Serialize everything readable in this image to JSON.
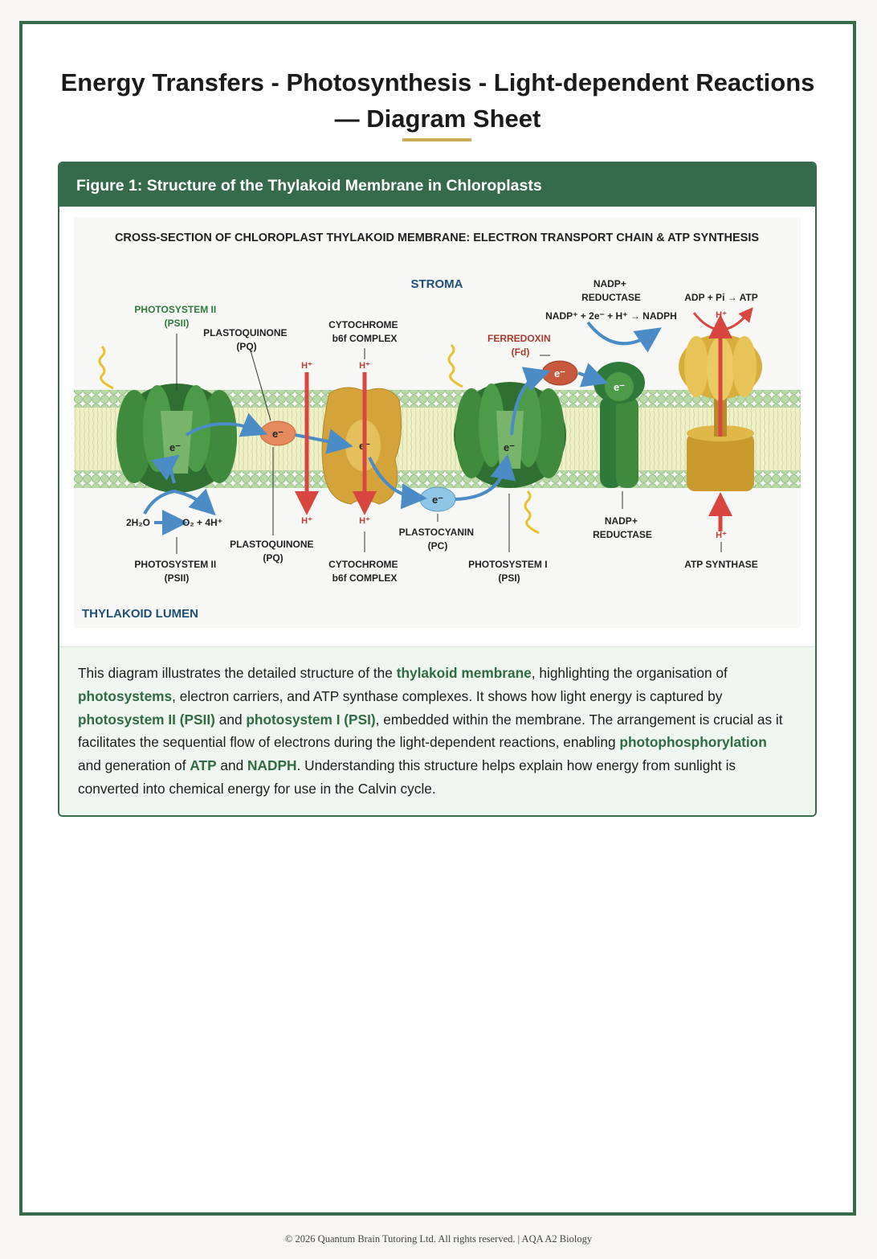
{
  "page": {
    "title_line1": "Energy Transfers - Photosynthesis - Light-dependent Reactions",
    "title_line2": "— Diagram Sheet",
    "footer": "© 2026 Quantum Brain Tutoring Ltd. All rights reserved. | AQA A2 Biology"
  },
  "figure": {
    "heading": "Figure 1: Structure of the Thylakoid Membrane in Chloroplasts",
    "caption": [
      {
        "t": "This diagram illustrates the detailed structure of the "
      },
      {
        "t": "thylakoid membrane",
        "b": true
      },
      {
        "t": ", highlighting the organisation of "
      },
      {
        "t": "photosystems",
        "b": true
      },
      {
        "t": ", electron carriers, and ATP synthase complexes. It shows how light energy is captured by "
      },
      {
        "t": "photosystem II (PSII)",
        "b": true
      },
      {
        "t": " and "
      },
      {
        "t": "photosystem I (PSI)",
        "b": true
      },
      {
        "t": ", embedded within the membrane. The arrangement is crucial as it facilitates the sequential flow of electrons during the light-dependent reactions, enabling "
      },
      {
        "t": "photophosphorylation",
        "b": true
      },
      {
        "t": " and generation of "
      },
      {
        "t": "ATP",
        "b": true
      },
      {
        "t": " and "
      },
      {
        "t": "NADPH",
        "b": true
      },
      {
        "t": ". Understanding this structure helps explain how energy from sunlight is converted into chemical energy for use in the Calvin cycle."
      }
    ]
  },
  "diagram": {
    "title": "CROSS-SECTION OF CHLOROPLAST THYLAKOID MEMBRANE: ELECTRON TRANSPORT CHAIN & ATP SYNTHESIS",
    "stroma": "STROMA",
    "lumen": "THYLAKOID LUMEN",
    "psii_top": [
      "PHOTOSYSTEM II",
      "(PSII)"
    ],
    "pq_top": [
      "PLASTOQUINONE",
      "(PQ)"
    ],
    "cyt_top": [
      "CYTOCHROME",
      "b6f COMPLEX"
    ],
    "fd": [
      "FERREDOXIN",
      "(Fd)"
    ],
    "nadp_top": [
      "NADP+",
      "REDUCTASE"
    ],
    "nadp_eq": "NADP⁺ + 2e⁻ + H⁺ → NADPH",
    "atp_eq": "ADP + Pi → ATP",
    "h_plus": "H⁺",
    "electron": "e⁻",
    "water_left": "2H₂O",
    "water_right": "O₂ + 4H⁺",
    "psii_bottom": [
      "PHOTOSYSTEM II",
      "(PSII)"
    ],
    "pq_bottom": [
      "PLASTOQUINONE",
      "(PQ)"
    ],
    "cyt_bottom": [
      "CYTOCHROME",
      "b6f COMPLEX"
    ],
    "pc": [
      "PLASTOCYANIN",
      "(PC)"
    ],
    "psi_bottom": [
      "PHOTOSYSTEM I",
      "(PSI)"
    ],
    "nadp_bottom": [
      "NADP+",
      "REDUCTASE"
    ],
    "atp_synthase": "ATP SYNTHASE",
    "colors": {
      "membrane_head": "#b9d9a6",
      "membrane_tail": "#eef0c8",
      "psii": "#3f8a3d",
      "cytochrome": "#d4a33a",
      "plastoquinone": "#e58a5d",
      "plastocyanin": "#8fc6e6",
      "ferredoxin": "#c8583e",
      "atp_synthase": "#d7ad3e",
      "proton_arrow": "#d9453f",
      "electron_arrow": "#4b8cc6",
      "stroma_label": "#1f4e79"
    }
  }
}
